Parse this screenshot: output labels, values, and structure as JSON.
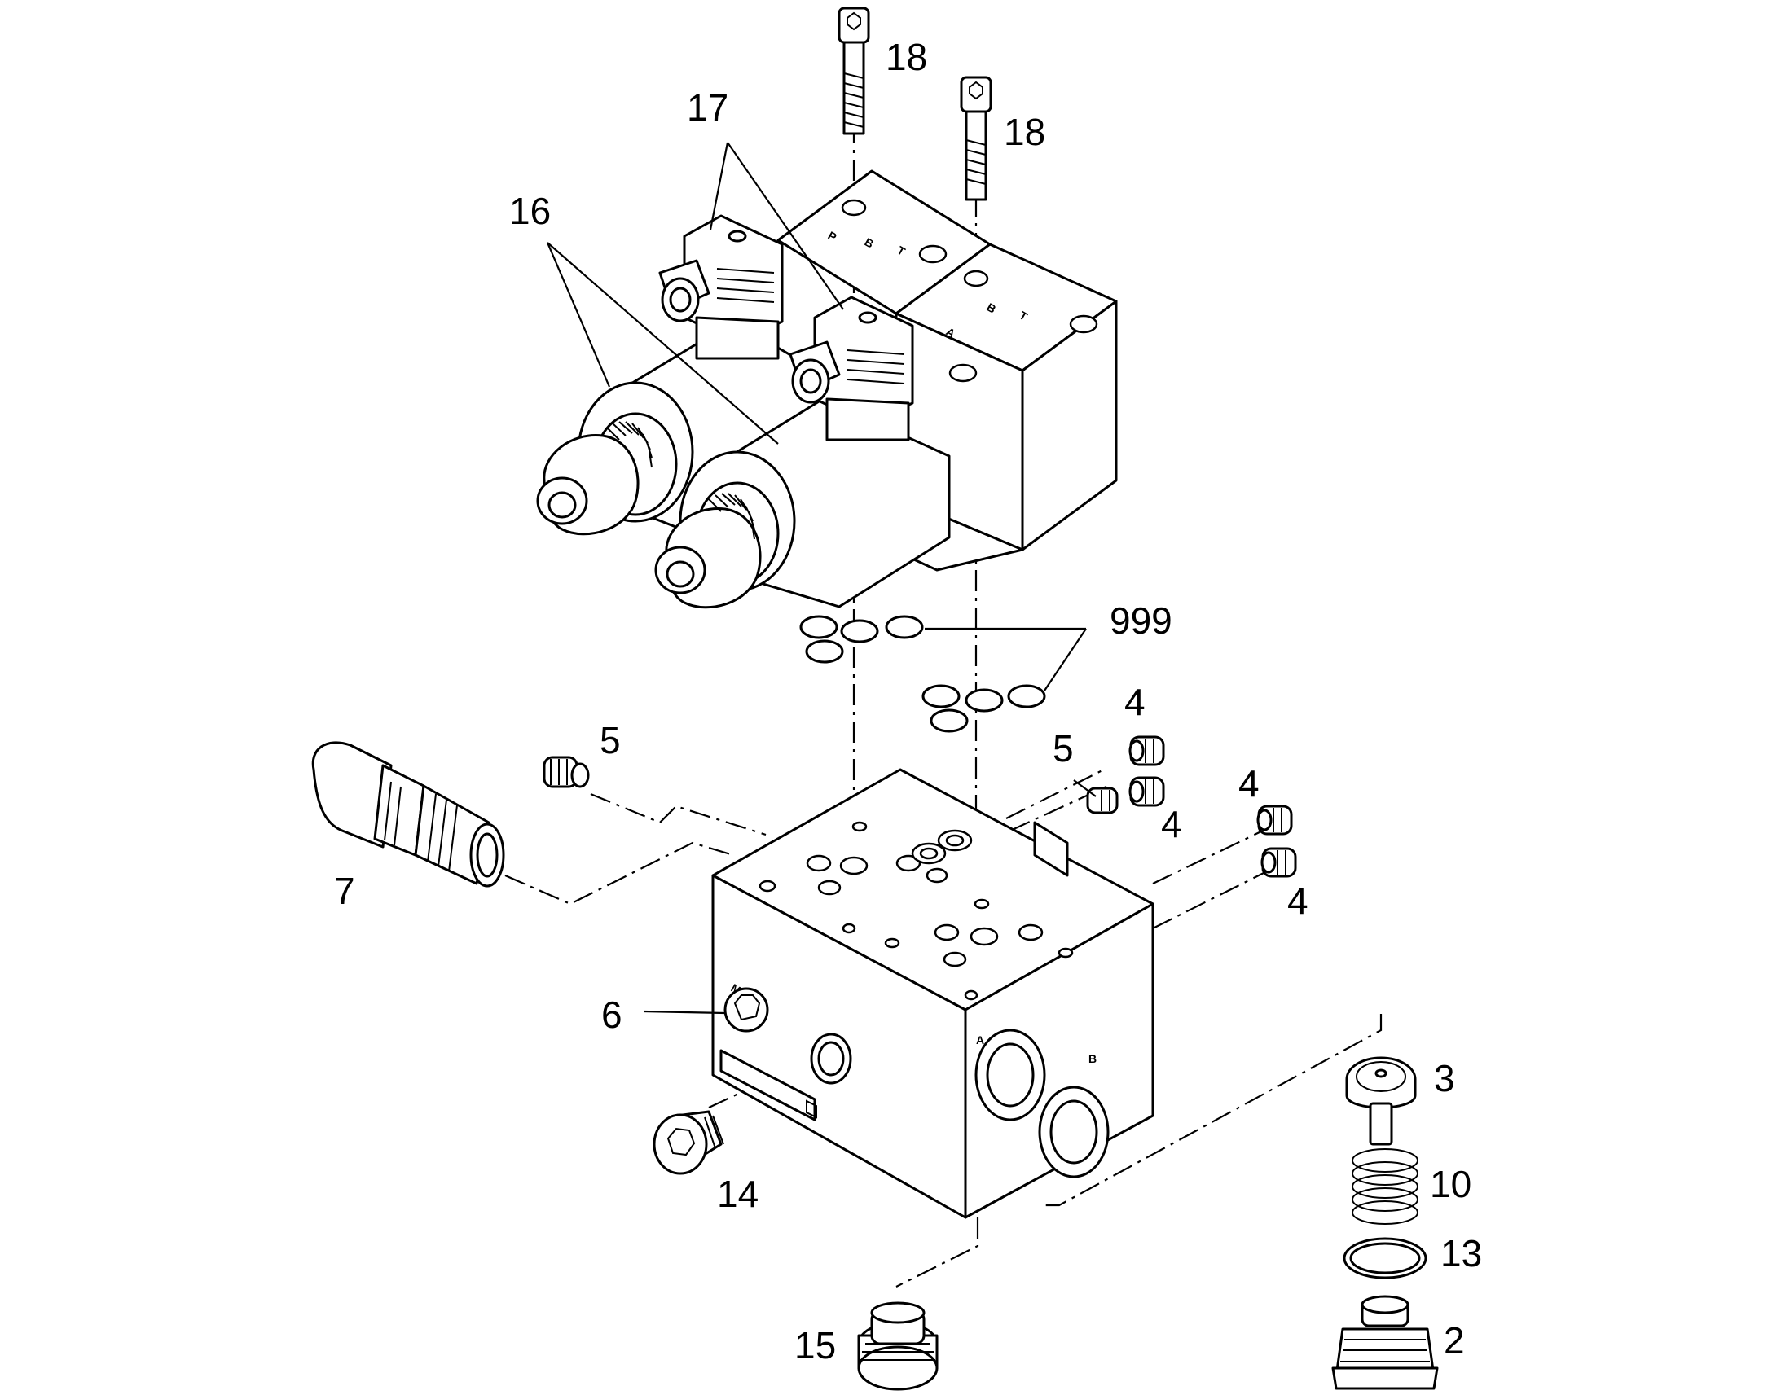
{
  "callouts": [
    {
      "id": "c18a",
      "text": "18"
    },
    {
      "id": "c18b",
      "text": "18"
    },
    {
      "id": "c17",
      "text": "17"
    },
    {
      "id": "c16",
      "text": "16"
    },
    {
      "id": "c999",
      "text": "999"
    },
    {
      "id": "c4a",
      "text": "4"
    },
    {
      "id": "c5a",
      "text": "5"
    },
    {
      "id": "c5b",
      "text": "5"
    },
    {
      "id": "c4b",
      "text": "4"
    },
    {
      "id": "c4c",
      "text": "4"
    },
    {
      "id": "c4d",
      "text": "4"
    },
    {
      "id": "c7",
      "text": "7"
    },
    {
      "id": "c6",
      "text": "6"
    },
    {
      "id": "c3",
      "text": "3"
    },
    {
      "id": "c14",
      "text": "14"
    },
    {
      "id": "c10",
      "text": "10"
    },
    {
      "id": "c13",
      "text": "13"
    },
    {
      "id": "c15",
      "text": "15"
    },
    {
      "id": "c2",
      "text": "2"
    }
  ],
  "port_marks": {
    "a": "A",
    "b": "B"
  }
}
